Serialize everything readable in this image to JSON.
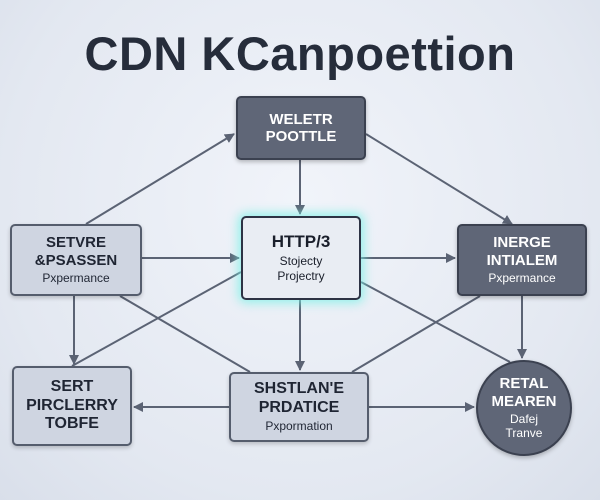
{
  "title": "CDN KCanpoettion",
  "nodes": {
    "top": {
      "lines": [
        "WELETR",
        "POOTTLE"
      ]
    },
    "left": {
      "lines": [
        "SETVRE",
        "&PSASSEN"
      ],
      "sub": [
        "Pxpermance"
      ]
    },
    "center": {
      "lines": [
        "HTTP/3"
      ],
      "sub": [
        "Stojecty",
        "Projectry"
      ]
    },
    "right": {
      "lines": [
        "INERGE",
        "INTIALEM"
      ],
      "sub": [
        "Pxpermance"
      ]
    },
    "bottom_left": {
      "lines": [
        "SERT",
        "PIRCLERRY",
        "TOBFE"
      ]
    },
    "bottom_center": {
      "lines": [
        "SHSTLAN'E",
        "PRDATICE"
      ],
      "sub": [
        "Pxpormation"
      ]
    },
    "bottom_right": {
      "lines": [
        "RETAL",
        "MEAREN"
      ],
      "sub": [
        "Dafej",
        "Tranve"
      ]
    }
  },
  "colors": {
    "dark_node": "#5f6677",
    "light_node": "#cfd5e1",
    "center_glow": "#78f0e6",
    "edge": "#5b6374",
    "title": "#262d3b"
  }
}
